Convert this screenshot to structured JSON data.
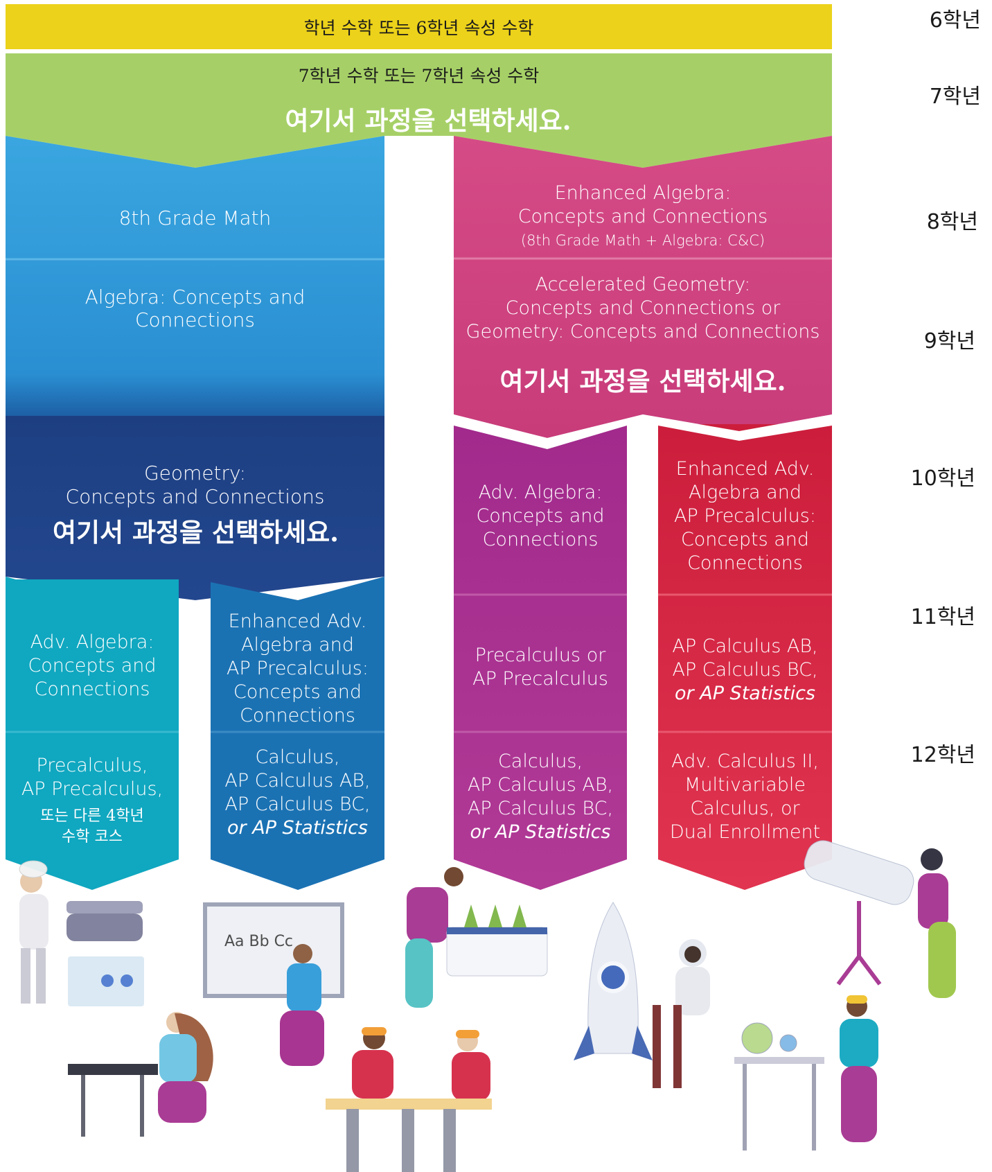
{
  "top_bands": {
    "grade6": "학년 수학 또는 6학년 속성 수학",
    "grade7": "7학년 수학 또는 7학년 속성 수학",
    "choose7": "여기서 과정을 선택하세요."
  },
  "grades": [
    "6학년",
    "7학년",
    "8학년",
    "9학년",
    "10학년",
    "11학년",
    "12학년"
  ],
  "left_track": {
    "g8": "8th Grade Math",
    "g9_line1": "Algebra: Concepts and",
    "g9_line2": "Connections",
    "g10_line1": "Geometry:",
    "g10_line2": "Concepts and Connections",
    "g10_choose": "여기서 과정을 선택하세요.",
    "a_g11": [
      "Adv. Algebra:",
      "Concepts and",
      "Connections"
    ],
    "a_g12": [
      "Precalculus,",
      "AP Precalculus,"
    ],
    "a_g12_kor": [
      "또는 다른 4학년",
      "수학 코스"
    ],
    "b_g11": [
      "Enhanced Adv.",
      "Algebra and",
      "AP Precalculus:",
      "Concepts and",
      "Connections"
    ],
    "b_g12": [
      "Calculus,",
      "AP Calculus AB,",
      "AP Calculus BC,",
      "or AP Statistics"
    ]
  },
  "right_track": {
    "g8": [
      "Enhanced Algebra:",
      "Concepts and Connections",
      "(8th Grade Math + Algebra: C&C)"
    ],
    "g9": [
      "Accelerated Geometry:",
      "Concepts and Connections or",
      "Geometry: Concepts and Connections"
    ],
    "g9_choose": "여기서 과정을 선택하세요.",
    "c_g10": [
      "Adv. Algebra:",
      "Concepts and",
      "Connections"
    ],
    "c_g11": [
      "Precalculus or",
      "AP Precalculus"
    ],
    "c_g12": [
      "Calculus,",
      "AP Calculus AB,",
      "AP Calculus BC,",
      "or AP Statistics"
    ],
    "d_g10": [
      "Enhanced Adv.",
      "Algebra and",
      "AP Precalculus:",
      "Concepts and",
      "Connections"
    ],
    "d_g11": [
      "AP Calculus AB,",
      "AP Calculus BC,",
      "or AP Statistics"
    ],
    "d_g12": [
      "Adv. Calculus II,",
      "Multivariable",
      "Calculus, or",
      "Dual Enrollment"
    ]
  },
  "illustration_text": "Aa Bb Cc",
  "colors": {
    "yellow": "#ecd21a",
    "green": "#a6d067",
    "blue": "#2f9ad8",
    "navy": "#1f4186",
    "teal": "#10a7c0",
    "mid_blue": "#1b72b3",
    "pink": "#d0467f",
    "purple": "#a5328f",
    "red": "#d42745"
  }
}
